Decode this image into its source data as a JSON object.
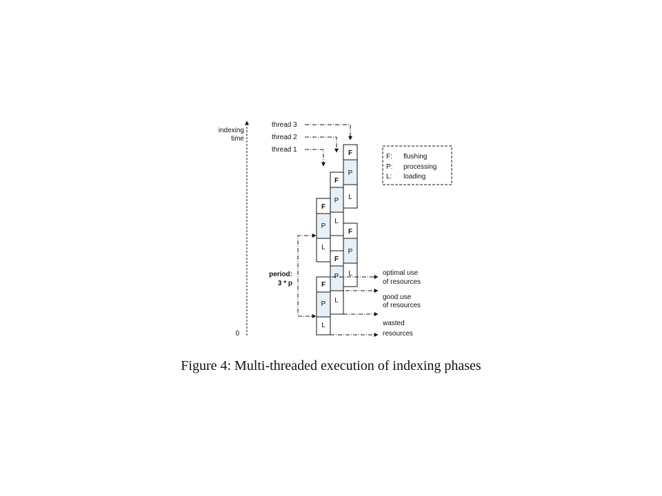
{
  "axis": {
    "label_line1": "indexing",
    "label_line2": "time",
    "zero": "0"
  },
  "threads": {
    "t1": "thread 1",
    "t2": "thread 2",
    "t3": "thread 3"
  },
  "blocks": {
    "flush": "F",
    "process": "P",
    "load": "L"
  },
  "legend": {
    "f_key": "F:",
    "f_text": "flushing",
    "p_key": "P:",
    "p_text": "processing",
    "l_key": "L:",
    "l_text": "loading"
  },
  "period": {
    "line1": "period:",
    "line2": "3 * p"
  },
  "annotations": {
    "optimal_1": "optimal use",
    "optimal_2": "of resources",
    "good_1": "good use",
    "good_2": "of resources",
    "wasted_1": "wasted",
    "wasted_2": "resources"
  },
  "caption": "Figure 4: Multi-threaded execution of indexing phases",
  "colors": {
    "processing_fill": "#e6f0f8",
    "ink": "#111111"
  }
}
